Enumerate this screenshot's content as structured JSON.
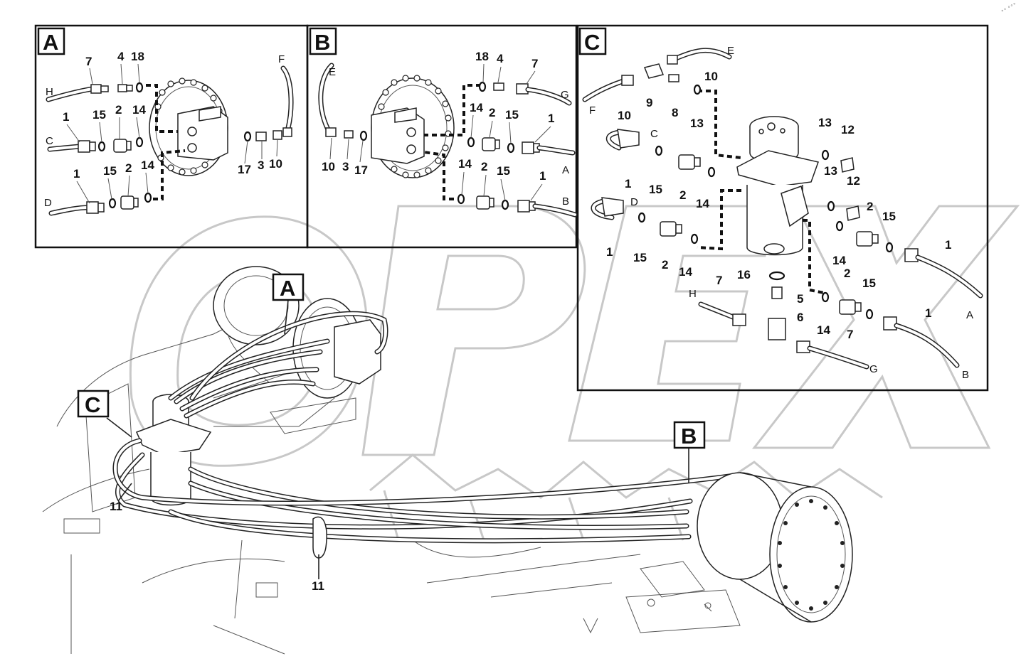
{
  "watermark": {
    "text": "OPEX"
  },
  "corner_mark": {
    "text": "∘∘ ∘∘∘"
  },
  "views": {
    "A": {
      "tag": "A",
      "callouts": [
        "7",
        "4",
        "18",
        "H",
        "1",
        "15",
        "2",
        "14",
        "C",
        "1",
        "15",
        "2",
        "14",
        "D",
        "F",
        "17",
        "3",
        "10"
      ]
    },
    "B": {
      "tag": "B",
      "callouts": [
        "E",
        "18",
        "4",
        "7",
        "G",
        "14",
        "2",
        "15",
        "1",
        "A",
        "10",
        "3",
        "17",
        "14",
        "2",
        "15",
        "1",
        "B"
      ]
    },
    "C": {
      "tag": "C",
      "callouts": [
        "E",
        "10",
        "F",
        "10",
        "9",
        "8",
        "13",
        "C",
        "1",
        "15",
        "2",
        "14",
        "13",
        "12",
        "13",
        "12",
        "D",
        "1",
        "15",
        "2",
        "14",
        "2",
        "15",
        "1",
        "A",
        "14",
        "16",
        "5",
        "6",
        "H",
        "7",
        "14",
        "2",
        "15",
        "1",
        "7",
        "G",
        "B"
      ]
    }
  },
  "overview": {
    "tags": [
      "A",
      "C",
      "B"
    ],
    "callouts": [
      "11",
      "11"
    ]
  }
}
